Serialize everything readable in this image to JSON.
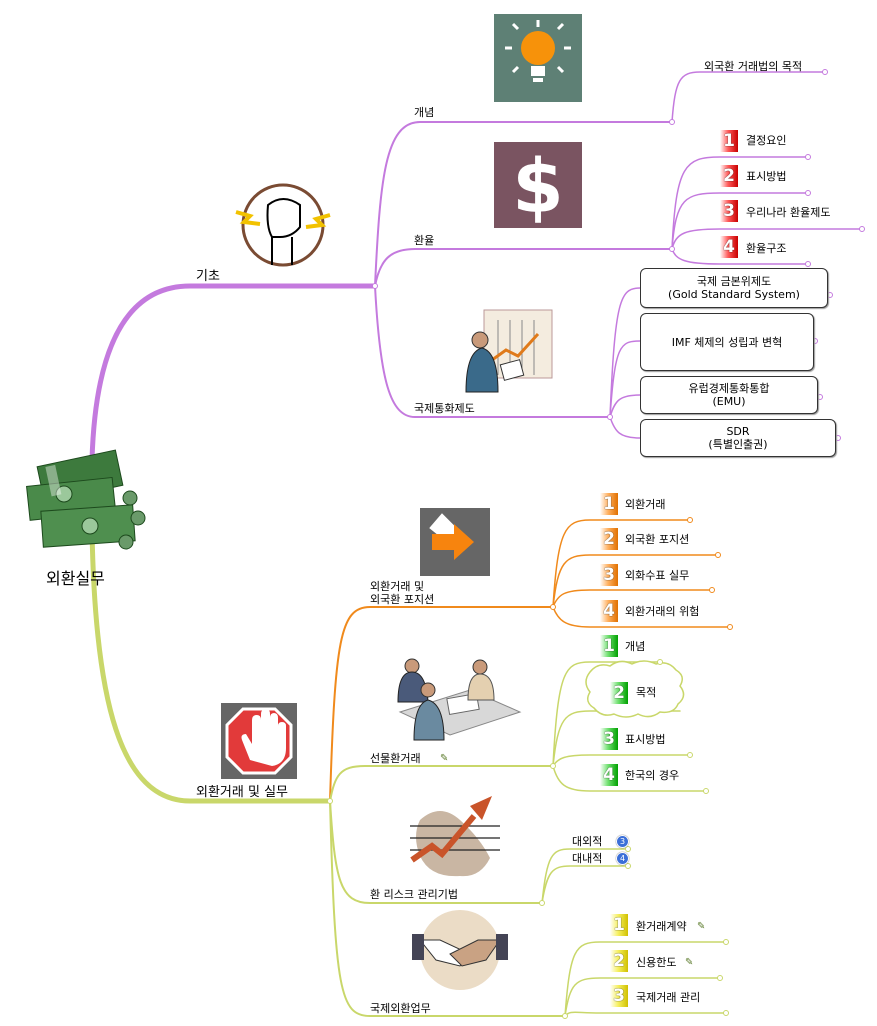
{
  "center": "외환실무",
  "branch_basics": {
    "label": "기초",
    "concept": {
      "label": "개념",
      "children": [
        "외국환 거래법의 목적"
      ]
    },
    "exchange_rate": {
      "label": "환율",
      "children": [
        {
          "num": "1",
          "label": "결정요인"
        },
        {
          "num": "2",
          "label": "표시방법"
        },
        {
          "num": "3",
          "label": "우리나라 환율제도"
        },
        {
          "num": "4",
          "label": "환율구조"
        }
      ]
    },
    "monetary_system": {
      "label": "국제통화제도",
      "children": [
        {
          "line1": "국제 금본위제도",
          "line2": "(Gold Standard System)"
        },
        {
          "line1": "IMF 체제의 성립과 변혁",
          "line2": ""
        },
        {
          "line1": "유럽경제통화통합",
          "line2": "(EMU)"
        },
        {
          "line1": "SDR",
          "line2": "(특별인출권)"
        }
      ]
    }
  },
  "branch_practice": {
    "label": "외환거래 및 실무",
    "fx_position": {
      "line1": "외환거래 및",
      "line2": "외국환 포지션",
      "children": [
        {
          "num": "1",
          "label": "외환거래"
        },
        {
          "num": "2",
          "label": "외국환 포지션"
        },
        {
          "num": "3",
          "label": "외화수표 실무"
        },
        {
          "num": "4",
          "label": "외환거래의 위험"
        }
      ]
    },
    "futures": {
      "label": "선물환거래",
      "children": [
        {
          "num": "1",
          "label": "개념"
        },
        {
          "num": "2",
          "label": "목적"
        },
        {
          "num": "3",
          "label": "표시방법"
        },
        {
          "num": "4",
          "label": "한국의 경우"
        }
      ]
    },
    "risk": {
      "label": "환 리스크 관리기법",
      "children": [
        {
          "label": "대외적",
          "badge": "3"
        },
        {
          "label": "대내적",
          "badge": "4"
        }
      ]
    },
    "intl": {
      "label": "국제외환업무",
      "children": [
        {
          "num": "1",
          "label": "환거래계약"
        },
        {
          "num": "2",
          "label": "신용한도"
        },
        {
          "num": "3",
          "label": "국제거래 관리"
        }
      ]
    }
  }
}
